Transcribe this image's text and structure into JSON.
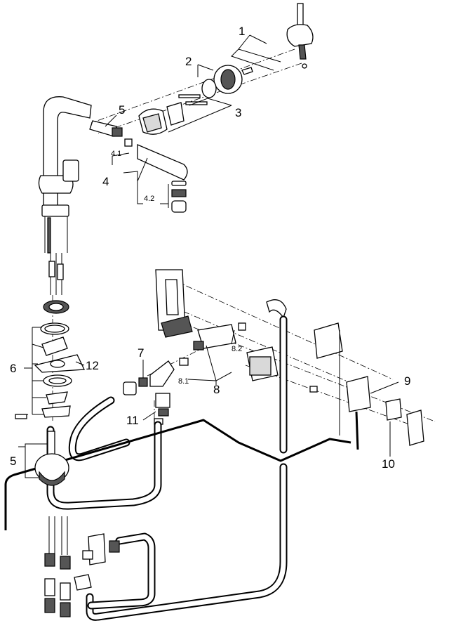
{
  "labels": {
    "l1": "1",
    "l2": "2",
    "l3": "3",
    "l4": "4",
    "l41": "4.1",
    "l42": "4.2",
    "l5a": "5",
    "l5b": "5",
    "l6": "6",
    "l7": "7",
    "l8": "8",
    "l81": "8.1",
    "l82": "8.2",
    "l9": "9",
    "l10": "10",
    "l11": "11",
    "l12": "12"
  },
  "colors": {
    "line": "#000000",
    "fill": "#ffffff",
    "shade": "#d9d9d9"
  }
}
